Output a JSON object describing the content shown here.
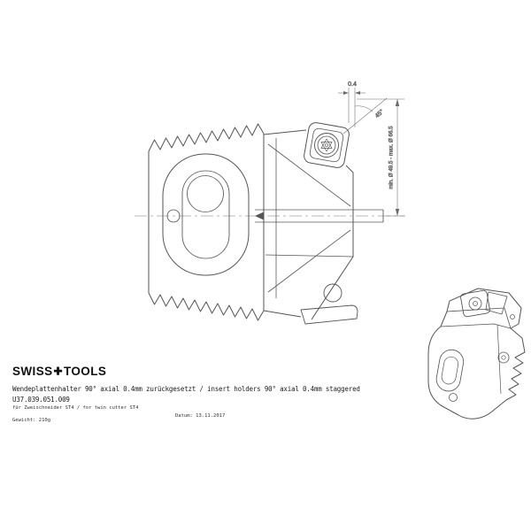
{
  "colors": {
    "line": "#555555",
    "dim": "#6a6a6a",
    "text": "#222222",
    "background": "#ffffff"
  },
  "drawing": {
    "dimensions": {
      "axial_offset": "0.4",
      "corner_angle": "45°",
      "diameter_range": "min. Ø 49.5 - max. Ø 66.5"
    }
  },
  "footer": {
    "brand_left": "SWISS",
    "brand_cross": "✚",
    "brand_right": "TOOLS",
    "title": "Wendeplattenhalter 90° axial 0.4mm zurückgesetzt / insert holders 90° axial 0.4mm staggered",
    "part_number": "U37.039.051.009",
    "application": "für Zweischneider ST4 / for twin cutter ST4",
    "weight": "Gewicht: 210g",
    "date": "Datum: 13.11.2017"
  }
}
